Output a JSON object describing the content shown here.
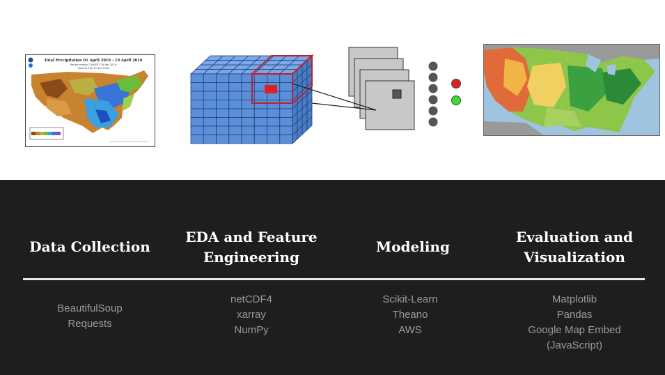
{
  "images": {
    "precip_map": {
      "title": "Total Precipitation 01 April 2016 - 19 April 2016",
      "subtitle_line1": "Period ending 7 AM EST 19 Apr 2016",
      "subtitle_line2": "Valid at 12Z 19 Apr 2016"
    }
  },
  "columns": [
    {
      "title_lines": [
        "Data Collection"
      ],
      "tools": [
        "BeautifulSoup",
        "Requests"
      ]
    },
    {
      "title_lines": [
        "EDA and Feature",
        "Engineering"
      ],
      "tools": [
        "netCDF4",
        "xarray",
        "NumPy"
      ]
    },
    {
      "title_lines": [
        "Modeling"
      ],
      "tools": [
        "Scikit-Learn",
        "Theano",
        "AWS"
      ]
    },
    {
      "title_lines": [
        "Evaluation and",
        "Visualization"
      ],
      "tools": [
        "Matplotlib",
        "Pandas",
        "Google Map Embed",
        "(JavaScript)"
      ]
    }
  ],
  "colors": {
    "panel_bg": "#1e1e1e",
    "title_text": "#ffffff",
    "tool_text": "#9a9a9a",
    "cube_fill": "#5b8fd8",
    "cube_edge": "#1f3f7a",
    "highlight": "#e02020",
    "output_red": "#e02020",
    "output_green": "#3ddc2a"
  }
}
